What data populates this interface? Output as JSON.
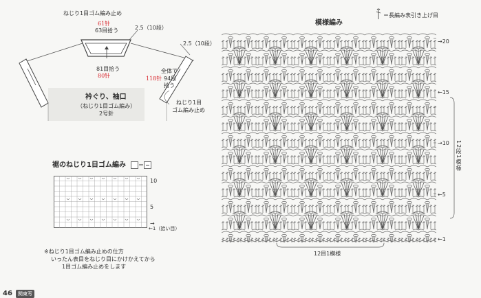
{
  "top_left": {
    "label_binding_off": "ねじり1目ゴム編み止め",
    "red_61": "61针",
    "pick_63": "63目拾う",
    "side_25_a": "2.5（10段）",
    "side_25_b": "2.5（10段）",
    "pick_81": "81目拾う",
    "red_80": "80针",
    "whole_label": "全体で",
    "red_118": "118针",
    "pick_94": "94目",
    "pick_word": "拾う",
    "binding_off_2": "ねじり1目",
    "binding_off_3": "ゴム編み止め",
    "collar_title": "衿ぐり、袖口",
    "collar_sub": "（ねじり1目ゴム編み）",
    "needle": "2号針"
  },
  "top_right": {
    "symbol_legend": "＝長編み表引き上げ目",
    "pattern_title": "模様編み",
    "row_20": "→20",
    "row_15": "←15",
    "row_10": "→10",
    "row_5": "←5",
    "row_1": "←1",
    "repeat_rows": "12段1模様",
    "repeat_stitches": "12目1模様"
  },
  "hem": {
    "title": "裾のねじり1目ゴム編み",
    "legend_sign": "＝",
    "row_10": "10",
    "row_5": "5",
    "row_1_arrow": "→",
    "row_1_label": "←1（拾い目）"
  },
  "notes": {
    "line1": "※ねじり1目ゴム編み止めの仕方",
    "line2": "いったん表目をねじり目にかけかえてから",
    "line3": "1目ゴム編み止めをします"
  },
  "footer": {
    "page_number": "46",
    "badge": "関東写"
  }
}
